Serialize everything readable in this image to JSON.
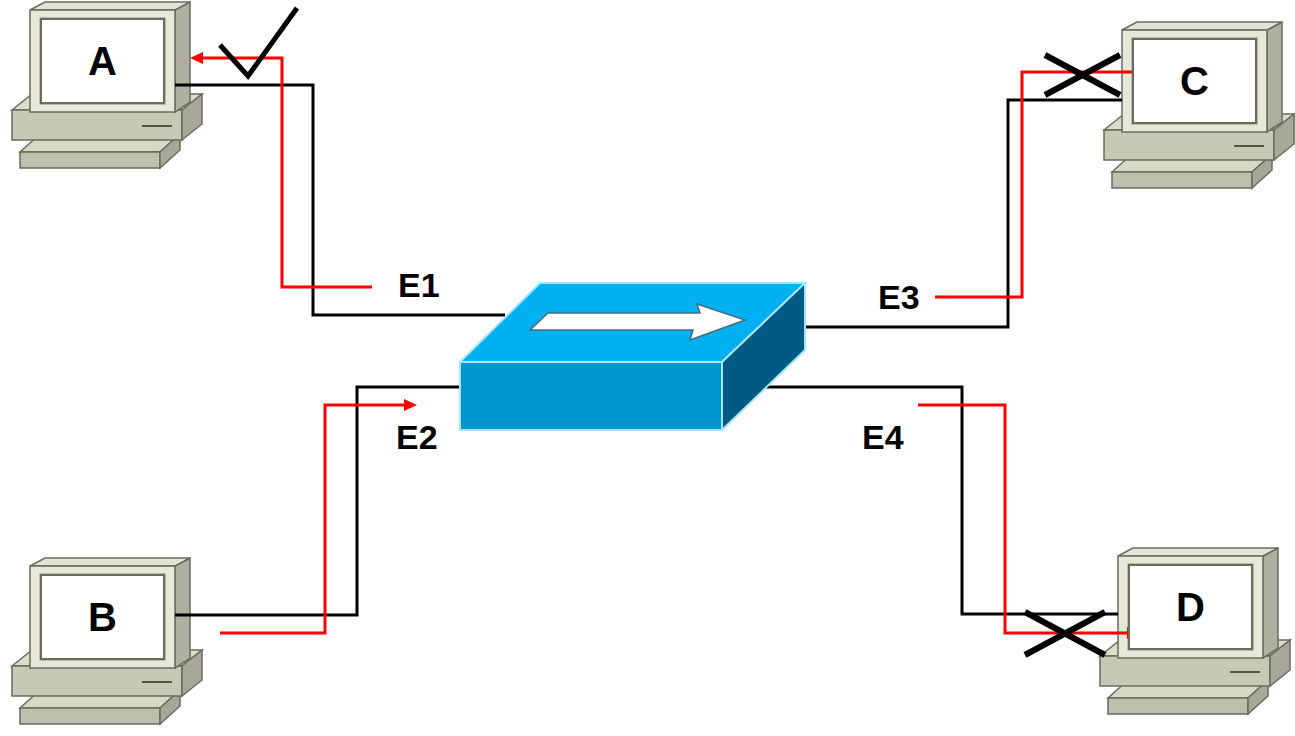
{
  "diagram": {
    "nodes": [
      {
        "text": [
          "A"
        ]
      },
      {
        "text": [
          "B"
        ]
      },
      {
        "text": [
          "C"
        ]
      },
      {
        "text": [
          "D"
        ]
      }
    ],
    "labels": [
      "E1",
      "E2",
      "E3",
      "E4"
    ]
  }
}
